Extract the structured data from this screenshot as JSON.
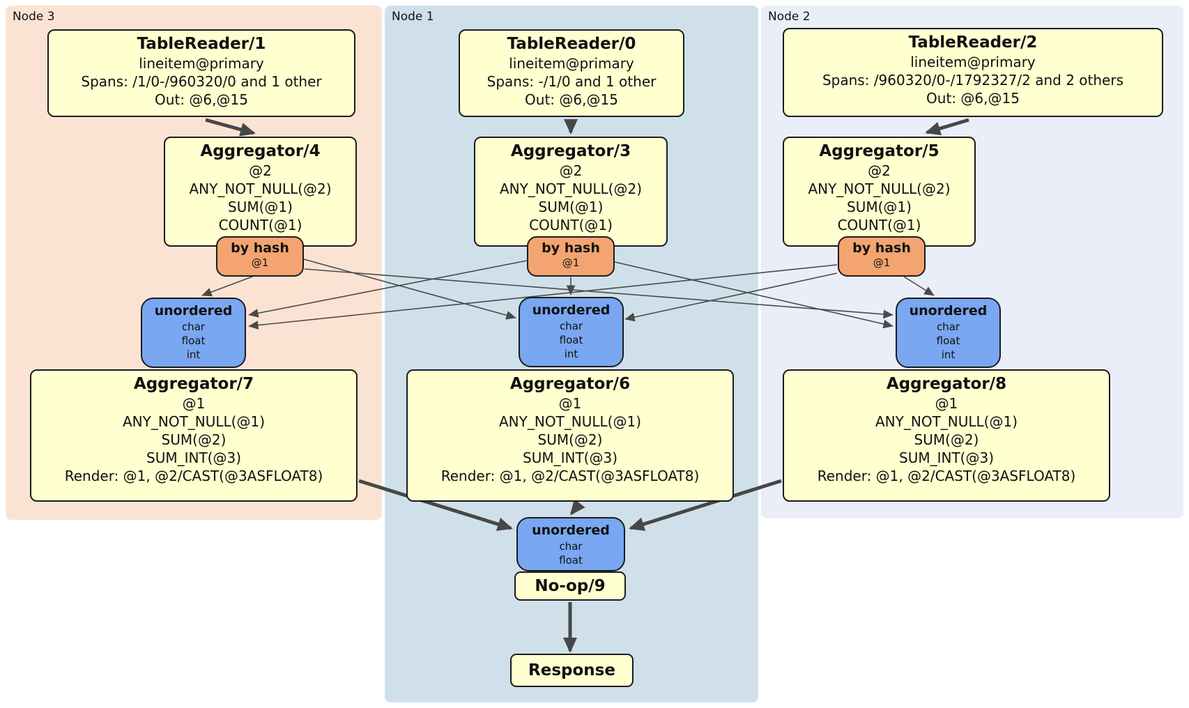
{
  "colors": {
    "node3_bg": "#fbe3d4",
    "node1_bg": "#d0e0ea",
    "node2_bg": "#e9eef8",
    "processor_bg": "#ffffd0",
    "router_bg": "#f4a470",
    "sync_bg": "#79a7f1",
    "edge": "#4a4a4a"
  },
  "nodes": {
    "node3": {
      "label": "Node 3",
      "table_reader": {
        "title": "TableReader/1",
        "index": "lineitem@primary",
        "spans": "Spans: /1/0-/960320/0 and 1 other",
        "out": "Out: @6,@15"
      },
      "aggregator_top": {
        "title": "Aggregator/4",
        "lines": [
          "@2",
          "ANY_NOT_NULL(@2)",
          "SUM(@1)",
          "COUNT(@1)"
        ]
      },
      "router": {
        "title": "by hash",
        "key": "@1"
      },
      "sync": {
        "title": "unordered",
        "types": [
          "char",
          "float",
          "int"
        ]
      },
      "aggregator_bottom": {
        "title": "Aggregator/7",
        "lines": [
          "@1",
          "ANY_NOT_NULL(@1)",
          "SUM(@2)",
          "SUM_INT(@3)",
          "Render: @1, @2/CAST(@3ASFLOAT8)"
        ]
      }
    },
    "node1": {
      "label": "Node 1",
      "table_reader": {
        "title": "TableReader/0",
        "index": "lineitem@primary",
        "spans": "Spans: -/1/0 and 1 other",
        "out": "Out: @6,@15"
      },
      "aggregator_top": {
        "title": "Aggregator/3",
        "lines": [
          "@2",
          "ANY_NOT_NULL(@2)",
          "SUM(@1)",
          "COUNT(@1)"
        ]
      },
      "router": {
        "title": "by hash",
        "key": "@1"
      },
      "sync": {
        "title": "unordered",
        "types": [
          "char",
          "float",
          "int"
        ]
      },
      "aggregator_bottom": {
        "title": "Aggregator/6",
        "lines": [
          "@1",
          "ANY_NOT_NULL(@1)",
          "SUM(@2)",
          "SUM_INT(@3)",
          "Render: @1, @2/CAST(@3ASFLOAT8)"
        ]
      },
      "final_sync": {
        "title": "unordered",
        "types": [
          "char",
          "float"
        ]
      },
      "noop": {
        "title": "No-op/9"
      },
      "response": {
        "title": "Response"
      }
    },
    "node2": {
      "label": "Node 2",
      "table_reader": {
        "title": "TableReader/2",
        "index": "lineitem@primary",
        "spans": "Spans: /960320/0-/1792327/2 and 2 others",
        "out": "Out: @6,@15"
      },
      "aggregator_top": {
        "title": "Aggregator/5",
        "lines": [
          "@2",
          "ANY_NOT_NULL(@2)",
          "SUM(@1)",
          "COUNT(@1)"
        ]
      },
      "router": {
        "title": "by hash",
        "key": "@1"
      },
      "sync": {
        "title": "unordered",
        "types": [
          "char",
          "float",
          "int"
        ]
      },
      "aggregator_bottom": {
        "title": "Aggregator/8",
        "lines": [
          "@1",
          "ANY_NOT_NULL(@1)",
          "SUM(@2)",
          "SUM_INT(@3)",
          "Render: @1, @2/CAST(@3ASFLOAT8)"
        ]
      }
    }
  }
}
